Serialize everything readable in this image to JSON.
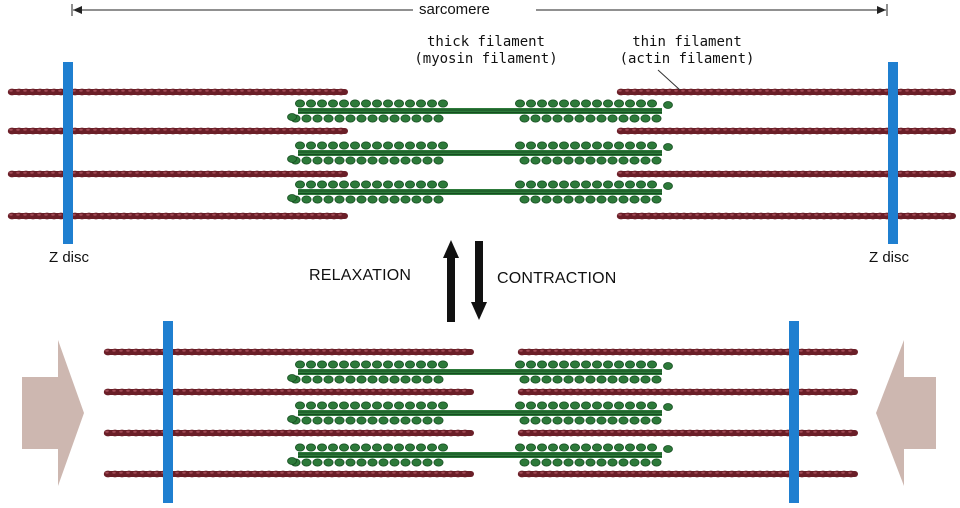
{
  "labels": {
    "sarcomere": "sarcomere",
    "thick_filament": "thick filament",
    "thick_filament_sub": "(myosin filament)",
    "thin_filament": "thin filament",
    "thin_filament_sub": "(actin filament)",
    "z_disc_left": "Z disc",
    "z_disc_right": "Z disc",
    "relaxation": "RELAXATION",
    "contraction": "CONTRACTION"
  },
  "colors": {
    "actin": "#6b1f28",
    "actin_highlight": "#a04a55",
    "myosin": "#2d7a3a",
    "myosin_dark": "#154d20",
    "z_disc": "#1f7fd0",
    "force_arrow": "#cdb7b0",
    "state_arrow": "#111111"
  }
}
